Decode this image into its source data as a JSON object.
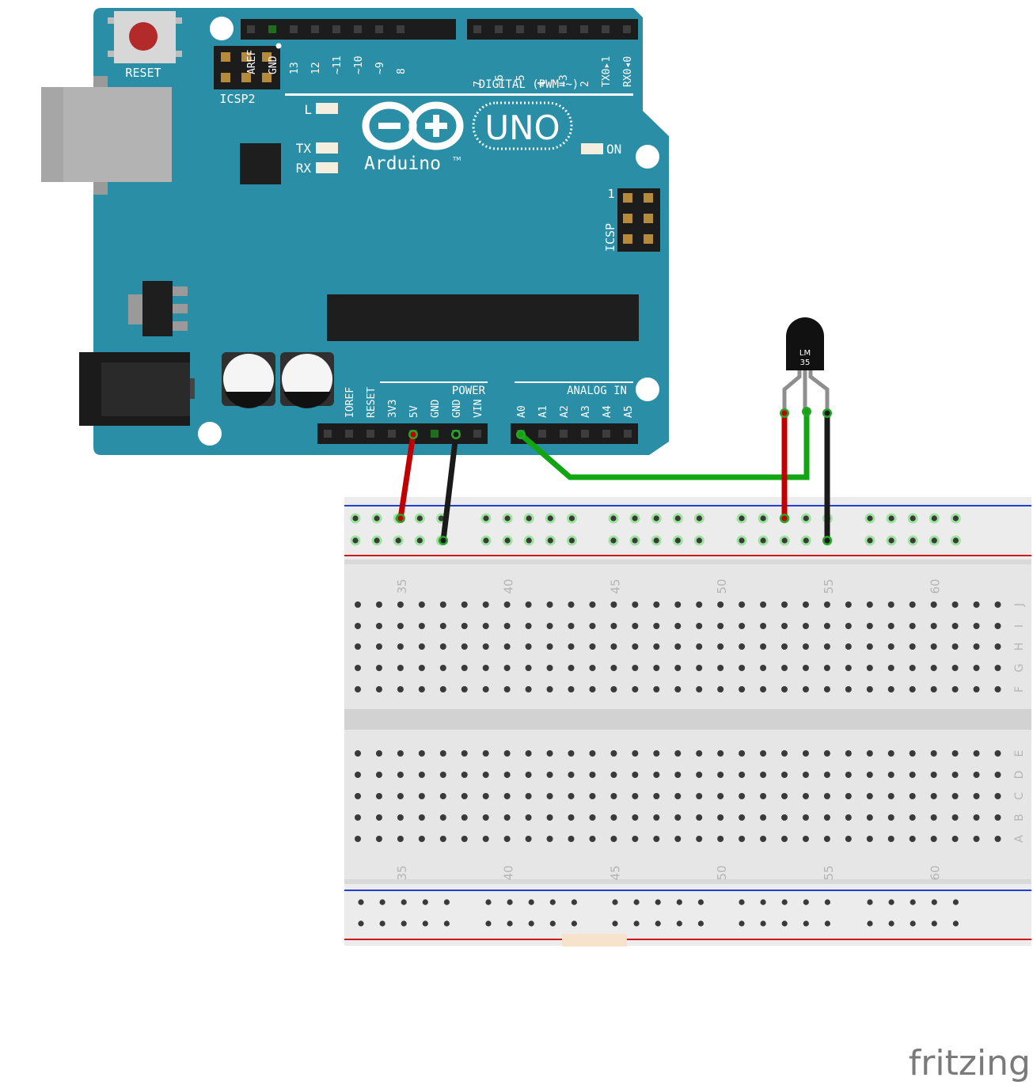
{
  "board": {
    "reset_label": "RESET",
    "icsp2_label": "ICSP2",
    "icsp_label": "ICSP",
    "icsp_pin1": "1",
    "digital_title": "DIGITAL (PWM=~)",
    "digital_pins_left": [
      "AREF",
      "GND",
      "13",
      "12",
      "~11",
      "~10",
      "~9",
      "8"
    ],
    "digital_pins_right": [
      "7",
      "~6",
      "~5",
      "4",
      "~3",
      "2",
      "TX0▸1",
      "RX0◂0"
    ],
    "led_l": "L",
    "led_tx": "TX",
    "led_rx": "RX",
    "led_on": "ON",
    "logo_text": "Arduino",
    "logo_tm": "TM",
    "model": "UNO",
    "power_title": "POWER",
    "power_pins": [
      "IOREF",
      "RESET",
      "3V3",
      "5V",
      "GND",
      "GND",
      "VIN"
    ],
    "analog_title": "ANALOG IN",
    "analog_pins": [
      "A0",
      "A1",
      "A2",
      "A3",
      "A4",
      "A5"
    ]
  },
  "sensor": {
    "label_line1": "LM",
    "label_line2": "35"
  },
  "breadboard": {
    "column_numbers": [
      "35",
      "40",
      "45",
      "50",
      "55",
      "60"
    ],
    "rows_top": [
      "J",
      "I",
      "H",
      "G",
      "F"
    ],
    "rows_bottom": [
      "E",
      "D",
      "C",
      "B",
      "A"
    ]
  },
  "wires": [
    {
      "name": "5v-wire",
      "from": "5V",
      "to": "power-rail-top",
      "color": "#c00000"
    },
    {
      "name": "gnd-wire",
      "from": "GND",
      "to": "ground-rail",
      "color": "#1a1a1a"
    },
    {
      "name": "signal-wire",
      "from": "A0",
      "to": "LM35 Vout",
      "color": "#12a512"
    },
    {
      "name": "sensor-vcc-wire",
      "from": "LM35 +Vs",
      "to": "power-rail-top",
      "color": "#c00000"
    },
    {
      "name": "sensor-gnd-wire",
      "from": "LM35 GND",
      "to": "ground-rail",
      "color": "#1a1a1a"
    }
  ],
  "colors": {
    "board": "#2b8ea7",
    "rail_blue": "#1f3fd6",
    "rail_red": "#d01818",
    "breadboard": "#e3e3e3"
  },
  "watermark": "fritzing"
}
